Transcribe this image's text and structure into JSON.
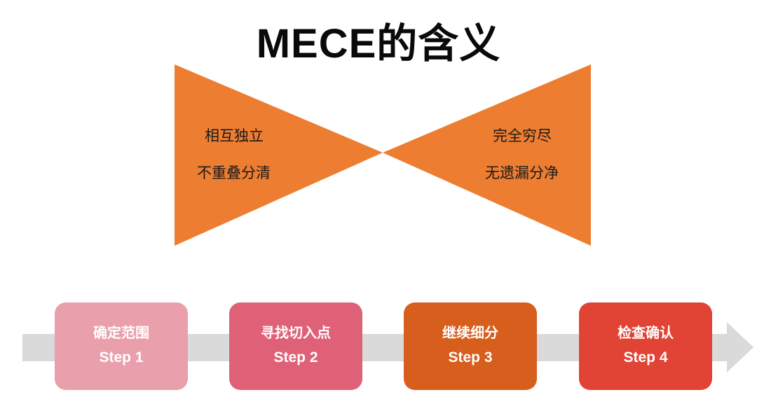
{
  "title": "MECE的含义",
  "bowtie": {
    "left": {
      "line1": "相互独立",
      "line2": "不重叠分清",
      "color": "#ED7D31"
    },
    "right": {
      "line1": "完全穷尽",
      "line2": "无遗漏分净",
      "color": "#ED7D31"
    }
  },
  "process": {
    "arrow_color": "#DADADB",
    "steps": [
      {
        "label": "确定范围",
        "step": "Step 1",
        "color": "#EA9FAC"
      },
      {
        "label": "寻找切入点",
        "step": "Step 2",
        "color": "#DF6177"
      },
      {
        "label": "继续细分",
        "step": "Step 3",
        "color": "#D75E1C"
      },
      {
        "label": "检查确认",
        "step": "Step 4",
        "color": "#E14335"
      }
    ]
  }
}
